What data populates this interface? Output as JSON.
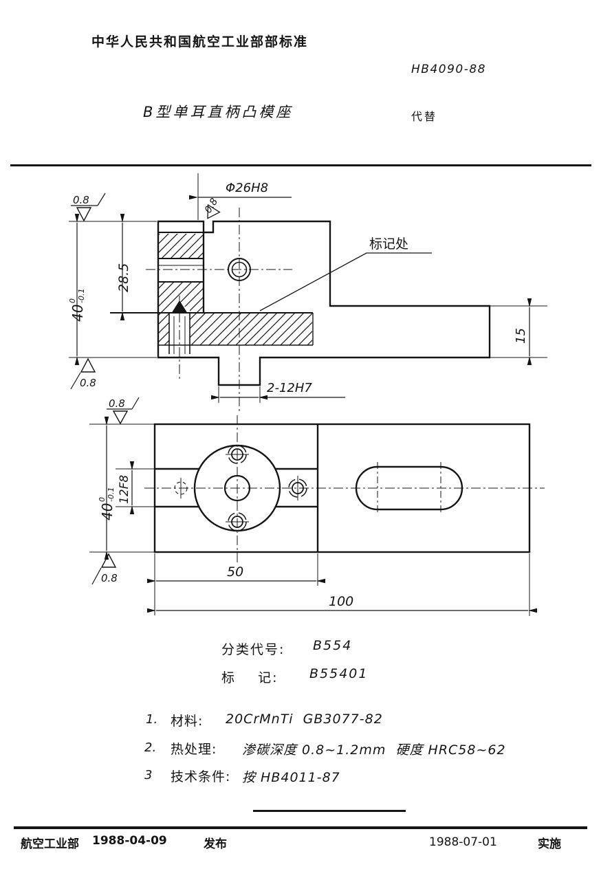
{
  "page": {
    "header_title": "中华人民共和国航空工业部部标准",
    "standard_no": "HB4090-88",
    "doc_title": "B型单耳直柄凸模座",
    "supersedes_label": "代替"
  },
  "drawing": {
    "bore_dim": "Φ26H8",
    "mark_label": "标记处",
    "tab_dim": "2-12H7",
    "height_value": "40",
    "height_tol_upper": "0",
    "height_tol_lower": "-0.1",
    "step_dim": "28.5",
    "tail_dim": "15",
    "slot_dim": "12F8",
    "half_width_dim": "50",
    "full_width_dim": "100",
    "finish_value": "0.8"
  },
  "classification": {
    "class_label": "分类代号:",
    "class_value": "B554",
    "mark_label": "标    记:",
    "mark_value": "B55401"
  },
  "notes": [
    {
      "no": "1.",
      "label": "材料:",
      "value": "20CrMnTi  GB3077-82"
    },
    {
      "no": "2.",
      "label": "热处理:",
      "value": "渗碳深度 0.8~1.2mm  硬度 HRC58~62"
    },
    {
      "no": "3",
      "label": "技术条件:",
      "value": "按 HB4011-87"
    }
  ],
  "footer": {
    "issuer": "航空工业部",
    "issue_date": "1988-04-09",
    "issue_label": "发布",
    "impl_date": "1988-07-01",
    "impl_label": "实施"
  }
}
